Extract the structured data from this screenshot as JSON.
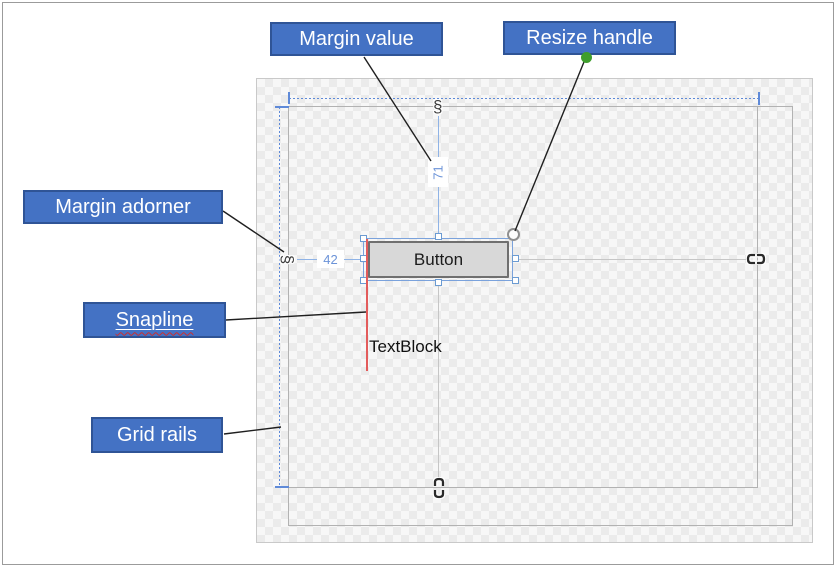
{
  "annotations": {
    "margin_value": "Margin value",
    "resize_handle": "Resize handle",
    "margin_adorner": "Margin adorner",
    "snapline": "Snapline",
    "grid_rails": "Grid rails"
  },
  "canvas": {
    "button_text": "Button",
    "textblock_text": "TextBlock",
    "margin_top_value": "71",
    "margin_left_value": "42"
  },
  "icons": {
    "margin_anchor_glyph": "§",
    "margin_adorner_glyph": "§",
    "broken_chain_horizontal": "open-chain-h",
    "broken_chain_vertical": "open-chain-v",
    "resize_handle_circle": "circle-handle",
    "callout_dot": "green-dot"
  },
  "colors": {
    "label_fill": "#4472c4",
    "label_border": "#2f5496",
    "label_text": "#ffffff",
    "rail_blue": "#5f8ad8",
    "margin_line_blue": "#8fb3e6",
    "margin_value_blue": "#6b93d8",
    "selection_blue": "#7aa2dc",
    "snapline_red": "#e35b5b",
    "guide_gray": "#c6c6c6",
    "structure_gray": "#b2b2b2",
    "button_fill": "#d8d8d8",
    "button_border": "#6f6f6f",
    "callout_dot_green": "#3f9e2d",
    "checker_light": "#f7f7f7",
    "checker_dark": "#ebebeb"
  }
}
